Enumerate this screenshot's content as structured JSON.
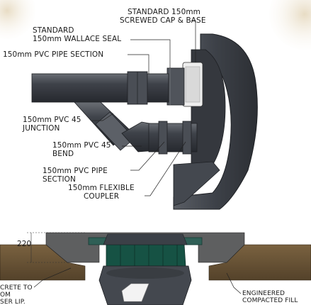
{
  "labels": {
    "cap_base": [
      "STANDARD 150mm",
      "SCREWED CAP & BASE"
    ],
    "wallace_seal": [
      "STANDARD",
      "150mm WALLACE SEAL"
    ],
    "pipe_section_top": "150mm PVC PIPE SECTION",
    "junction": [
      "150mm PVC 45",
      "JUNCTION"
    ],
    "bend": [
      "150mm PVC 45",
      "BEND"
    ],
    "pipe_section_lower": [
      "150mm PVC PIPE",
      "SECTION"
    ],
    "flexible_coupler": [
      "150mm FLEXIBLE",
      "COUPLER"
    ],
    "dimension": "220",
    "concrete_note": [
      "CRETE TO",
      "OM",
      "SER LIP."
    ],
    "engineered_fill": [
      "ENGINEERED",
      "COMPACTED FILL"
    ]
  },
  "colors": {
    "pipe": "#3c4046",
    "pit_body": "#4a4e55",
    "soil": "#6b5537",
    "concrete": "#5e5f60",
    "seal_green": "#1f5a4c",
    "white_insert": "#eeeeee"
  }
}
